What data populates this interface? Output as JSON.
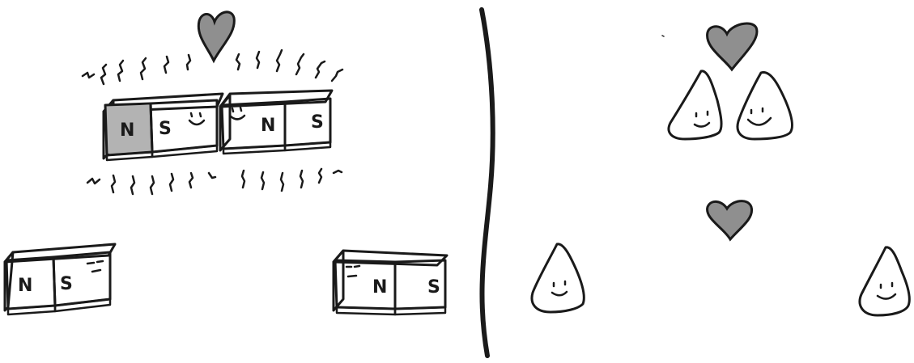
{
  "colors": {
    "ink": "#1a1a1a",
    "magnet_north_fill": "#b3b3b3",
    "magnet_south_fill": "#ffffff",
    "magnet_side_fill": "#9a9a9a",
    "cone_fill": "#b8b8b8",
    "heart_fill": "#8f8f8f",
    "background": "#ffffff"
  },
  "left_panel": {
    "attracted_pair": {
      "magnet_1": {
        "north_label": "N",
        "south_label": "S",
        "face": "smile"
      },
      "magnet_2": {
        "north_label": "N",
        "south_label": "S",
        "face": "smile"
      },
      "icons": [
        "heart-icon",
        "sparkle-lines"
      ]
    },
    "separated_pair": {
      "magnet_1": {
        "north_label": "N",
        "south_label": "S",
        "face": "bored"
      },
      "magnet_2": {
        "north_label": "N",
        "south_label": "S",
        "face": "bored"
      }
    }
  },
  "right_panel": {
    "close_cones": {
      "count": 2,
      "face": "smile",
      "icons": [
        "heart-icon"
      ]
    },
    "far_cones": {
      "count": 2,
      "face": "smile",
      "icons": [
        "heart-icon"
      ]
    }
  }
}
